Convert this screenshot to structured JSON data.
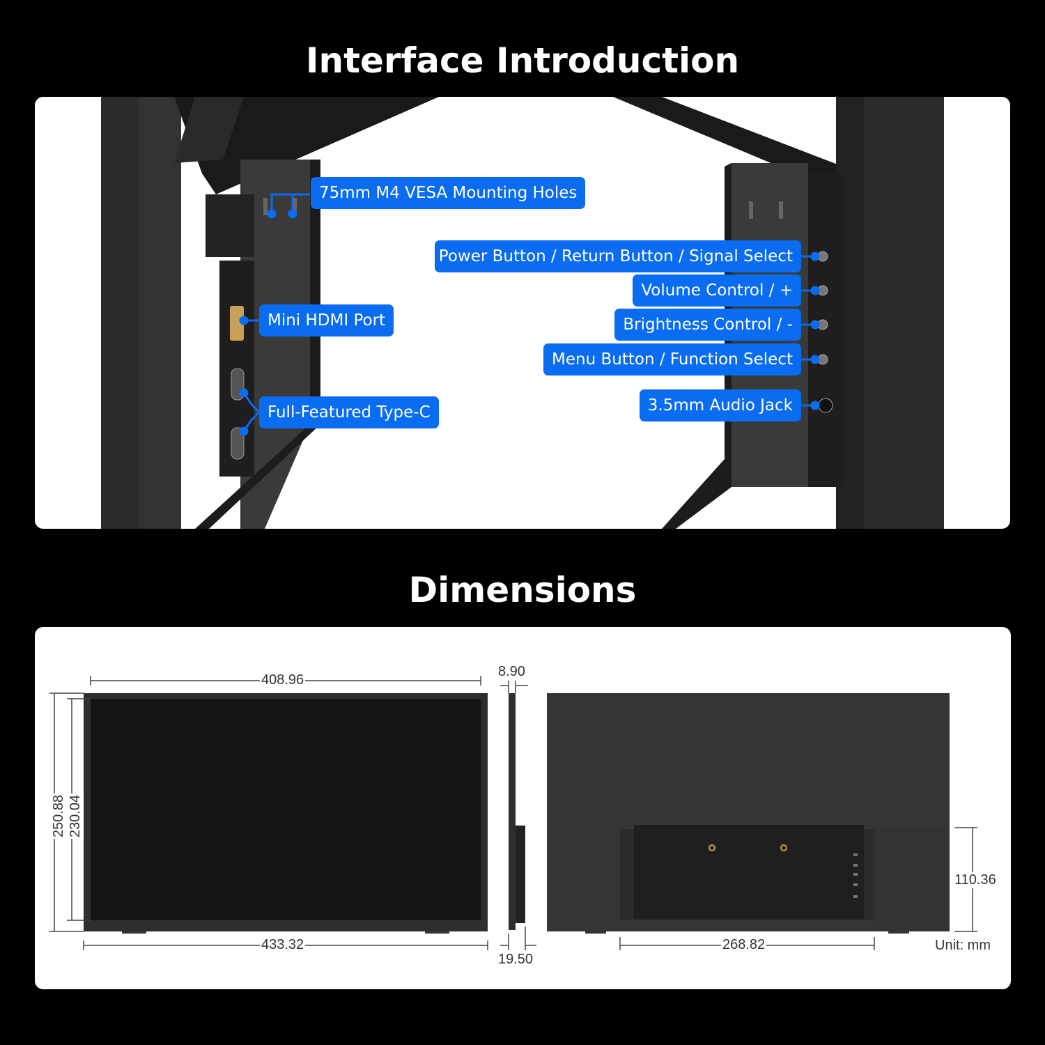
{
  "headings": {
    "interface": "Interface Introduction",
    "dimensions": "Dimensions"
  },
  "callouts": {
    "vesa": "75mm M4 VESA Mounting Holes",
    "hdmi": "Mini HDMI Port",
    "typec": "Full-Featured Type-C",
    "power": "Power Button / Return Button / Signal Select",
    "volume": "Volume Control / +",
    "brightness": "Brightness Control / -",
    "menu": "Menu Button / Function Select",
    "audio": "3.5mm Audio Jack"
  },
  "dimensions": {
    "screen_width": "408.96",
    "overall_width": "433.32",
    "overall_height": "250.88",
    "screen_height": "230.04",
    "thickness": "8.90",
    "thickness_with_bracket": "19.50",
    "back_module_width": "268.82",
    "back_module_height": "110.36",
    "unit": "Unit: mm"
  },
  "colors": {
    "callout_blue": "#0a6cf0",
    "device_dark": "#2e2e2e",
    "background": "#000000",
    "panel": "#ffffff"
  }
}
